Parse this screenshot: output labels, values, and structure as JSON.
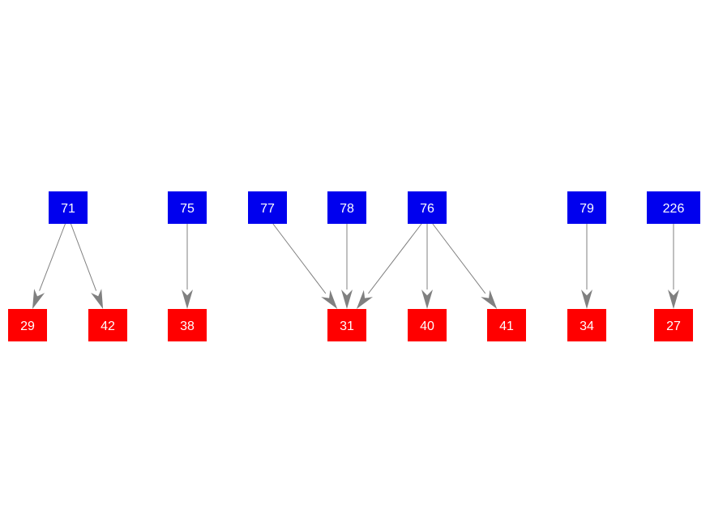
{
  "colors": {
    "parent_fill": "#0000ee",
    "child_fill": "#ff0000",
    "edge": "#808080",
    "label": "#ffffff",
    "background": "#ffffff"
  },
  "nodes": [
    {
      "id": "71",
      "label": "71",
      "role": "parent"
    },
    {
      "id": "75",
      "label": "75",
      "role": "parent"
    },
    {
      "id": "77",
      "label": "77",
      "role": "parent"
    },
    {
      "id": "78",
      "label": "78",
      "role": "parent"
    },
    {
      "id": "76",
      "label": "76",
      "role": "parent"
    },
    {
      "id": "79",
      "label": "79",
      "role": "parent"
    },
    {
      "id": "226",
      "label": "226",
      "role": "parent"
    },
    {
      "id": "29",
      "label": "29",
      "role": "child"
    },
    {
      "id": "42",
      "label": "42",
      "role": "child"
    },
    {
      "id": "38",
      "label": "38",
      "role": "child"
    },
    {
      "id": "31",
      "label": "31",
      "role": "child"
    },
    {
      "id": "40",
      "label": "40",
      "role": "child"
    },
    {
      "id": "41",
      "label": "41",
      "role": "child"
    },
    {
      "id": "34",
      "label": "34",
      "role": "child"
    },
    {
      "id": "27",
      "label": "27",
      "role": "child"
    }
  ],
  "edges": [
    {
      "from": "71",
      "to": "29"
    },
    {
      "from": "71",
      "to": "42"
    },
    {
      "from": "75",
      "to": "38"
    },
    {
      "from": "77",
      "to": "31"
    },
    {
      "from": "78",
      "to": "31"
    },
    {
      "from": "76",
      "to": "31"
    },
    {
      "from": "76",
      "to": "40"
    },
    {
      "from": "76",
      "to": "41"
    },
    {
      "from": "79",
      "to": "34"
    },
    {
      "from": "226",
      "to": "27"
    }
  ]
}
